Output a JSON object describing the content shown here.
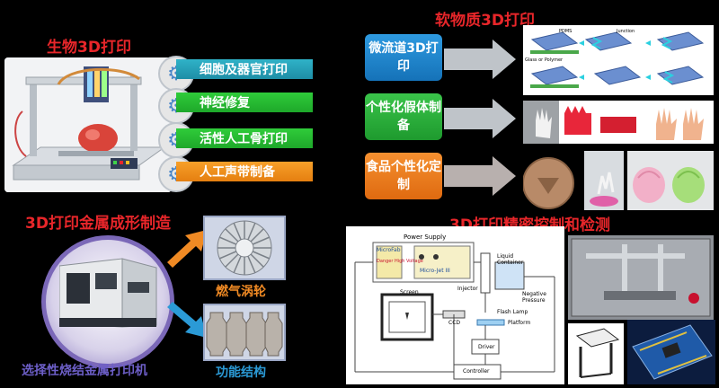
{
  "bio": {
    "title": "生物3D打印",
    "items": [
      "细胞及器官打印",
      "神经修复",
      "活性人工骨打印",
      "人工声带制备"
    ]
  },
  "soft": {
    "title": "软物质3D打印",
    "items": [
      "微流道3D打印",
      "个性化假体制备",
      "食品个性化定制"
    ],
    "pdms_label": "PDMS",
    "junction_label": "Junction",
    "glass_label": "Glass or Polymer"
  },
  "metal": {
    "title": "3D打印金属成形制造",
    "machine_label": "选择性烧结金属打印机",
    "turbine_label": "燃气涡轮",
    "structure_label": "功能结构"
  },
  "control": {
    "title": "3D打印精密控制和检测",
    "power_supply": "Power Supply",
    "injector": "Injector",
    "liquid_container": "Liquid Container",
    "negative_pressure": "Negative Pressure",
    "screen": "Screen",
    "flash_lamp": "Flash Lamp",
    "platform": "Platform",
    "ccd": "CCD",
    "driver": "Driver",
    "controller": "Controller",
    "device_brand": "MicroFab",
    "device_warn": "Danger High Voltage",
    "device_model": "Micro-Jet III"
  },
  "colors": {
    "title_red": "#e8262a",
    "bar_cyan": "#1e9fb8",
    "bar_green": "#22b82e",
    "bar_orange": "#ef8c1b",
    "soft_blue": "#1e88c8",
    "soft_green": "#26b046",
    "soft_orange": "#ef7a1b",
    "arrow_orange": "#f08a24",
    "arrow_blue": "#2b9ad6",
    "circle_purple": "#7b68b8"
  }
}
